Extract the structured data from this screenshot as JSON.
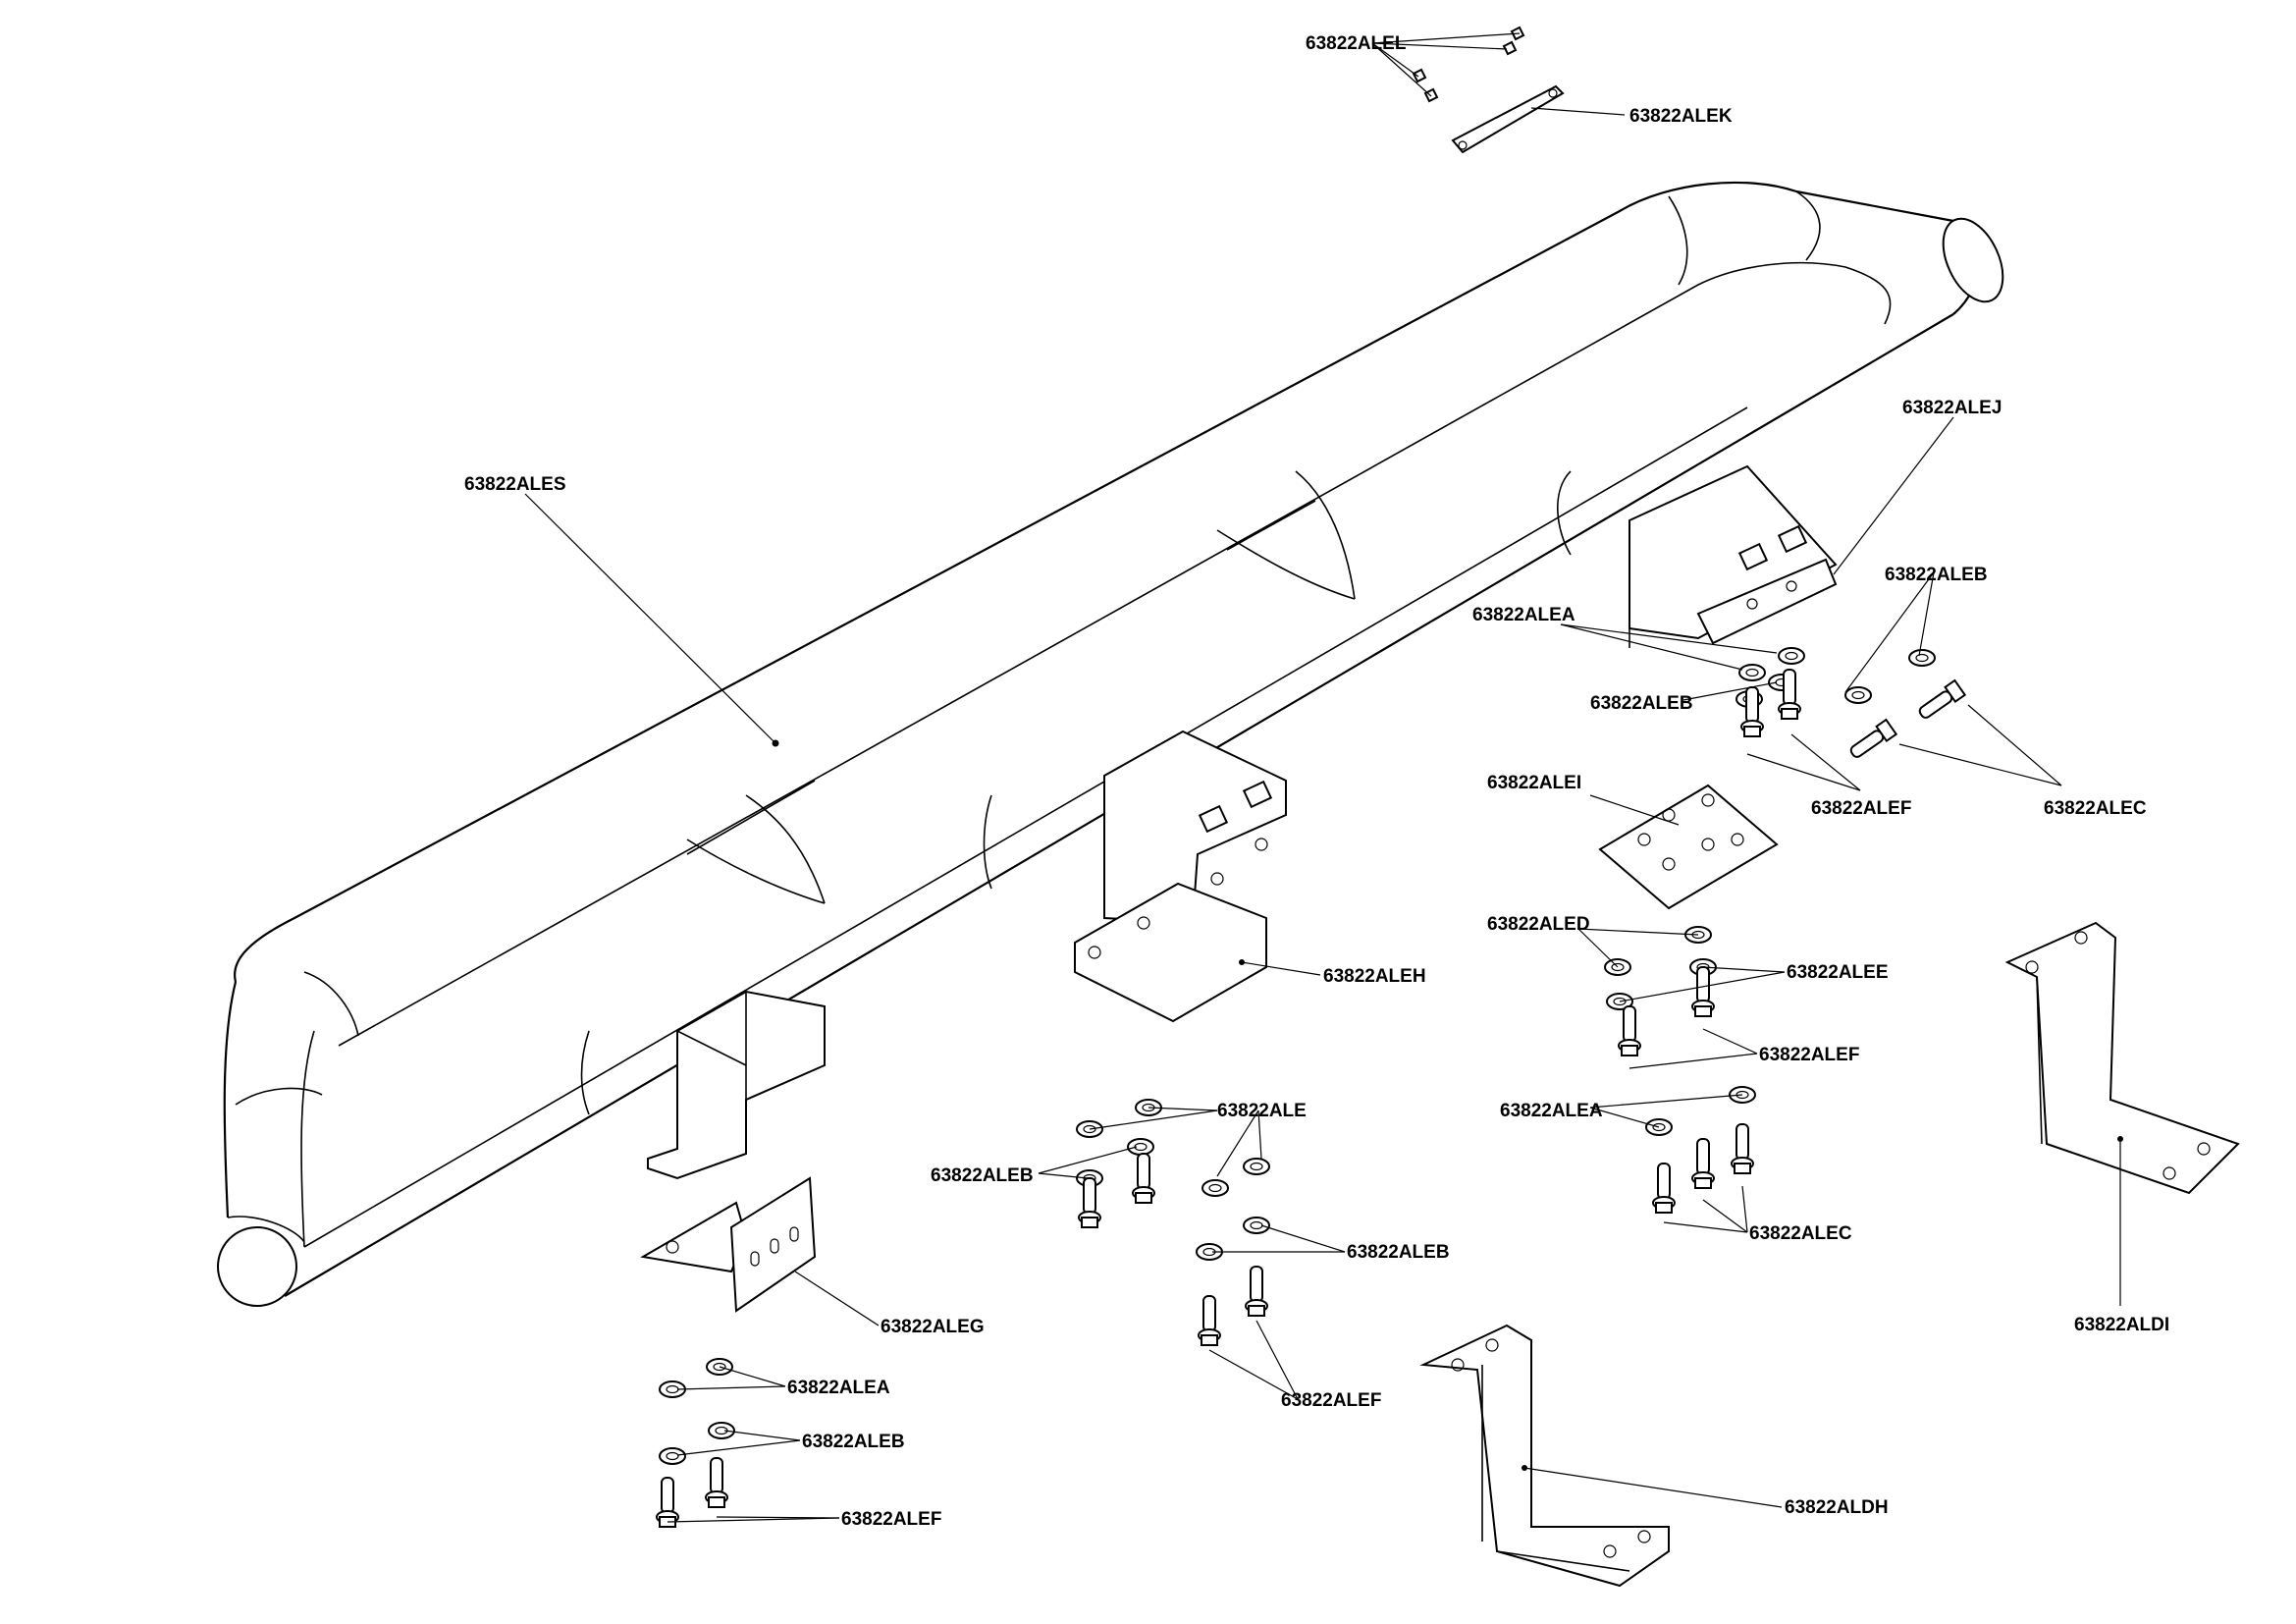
{
  "labels": {
    "alel": "63822ALEL",
    "alek": "63822ALEK",
    "ales": "63822ALES",
    "alej": "63822ALEJ",
    "alea_1": "63822ALEA",
    "aleb_1": "63822ALEB",
    "aleb_2": "63822ALEB",
    "alei": "63822ALEI",
    "alef_1": "63822ALEF",
    "alec_1": "63822ALEC",
    "aleh": "63822ALEH",
    "aled": "63822ALED",
    "alee": "63822ALEE",
    "alef_2": "63822ALEF",
    "alea_2": "63822ALEA",
    "alec_2": "63822ALEC",
    "ale": "63822ALE",
    "aleb_3": "63822ALEB",
    "aleb_4": "63822ALEB",
    "alef_3": "63822ALEF",
    "aleg": "63822ALEG",
    "alea_3": "63822ALEA",
    "aleb_5": "63822ALEB",
    "alef_4": "63822ALEF",
    "aldh": "63822ALDH",
    "aldi": "63822ALDI"
  }
}
